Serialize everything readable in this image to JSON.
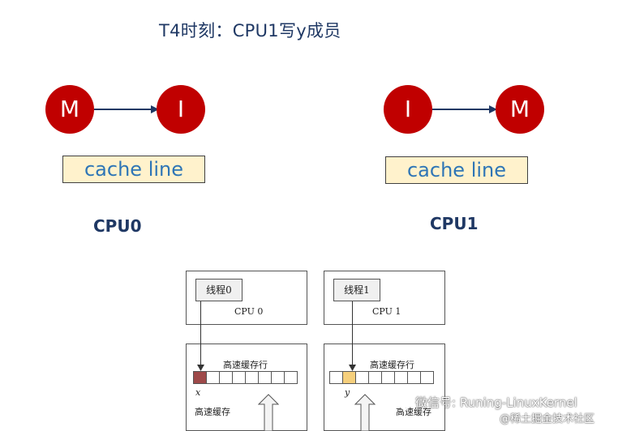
{
  "title": "T4时刻：CPU1写y成员",
  "cpu0": {
    "from_state": "M",
    "to_state": "I",
    "cache_label": "cache line",
    "name": "CPU0"
  },
  "cpu1": {
    "from_state": "I",
    "to_state": "M",
    "cache_label": "cache line",
    "name": "CPU1"
  },
  "schematic": {
    "left": {
      "thread": "线程0",
      "cpu": "CPU 0",
      "cache_row_label": "高速缓存行",
      "var": "x",
      "cache_label": "高速缓存",
      "highlight_color": "#9e4a4a"
    },
    "right": {
      "thread": "线程1",
      "cpu": "CPU 1",
      "cache_row_label": "高速缓存行",
      "var": "y",
      "cache_label": "高速缓存",
      "highlight_color": "#f5cf7c"
    }
  },
  "watermark": {
    "line1": "微信号: Runing-LinuxKernel",
    "line2": "@稀土掘金技术社区"
  },
  "colors": {
    "state": "#c00000",
    "title": "#1f3864",
    "cache_fill": "#fff2cc",
    "cache_text": "#2e75b6"
  }
}
